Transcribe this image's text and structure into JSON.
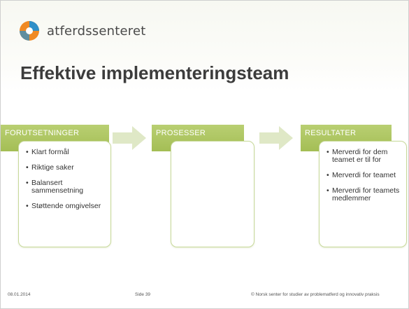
{
  "logo": {
    "text": "atferdssenteret"
  },
  "slide": {
    "title": "Effektive implementeringsteam"
  },
  "columns": [
    {
      "header": "FORUTSETNINGER",
      "items": [
        "Klart formål",
        "Riktige saker",
        "Balansert sammensetning",
        "Støttende omgivelser"
      ]
    },
    {
      "header": "PROSESSER",
      "items": []
    },
    {
      "header": "RESULTATER",
      "items": [
        "Merverdi for dem teamet er til for",
        "Merverdi for teamet",
        "Merverdi for teamets medlemmer"
      ]
    }
  ],
  "footer": {
    "date": "08.01.2014",
    "page": "Side 39",
    "copyright": "© Norsk senter for studier av problematferd og innovativ praksis"
  },
  "colors": {
    "accent_green": "#a4be55",
    "logo_orange": "#f08a24",
    "logo_blue": "#2f8fc8",
    "title_gray": "#3c3c3c"
  }
}
